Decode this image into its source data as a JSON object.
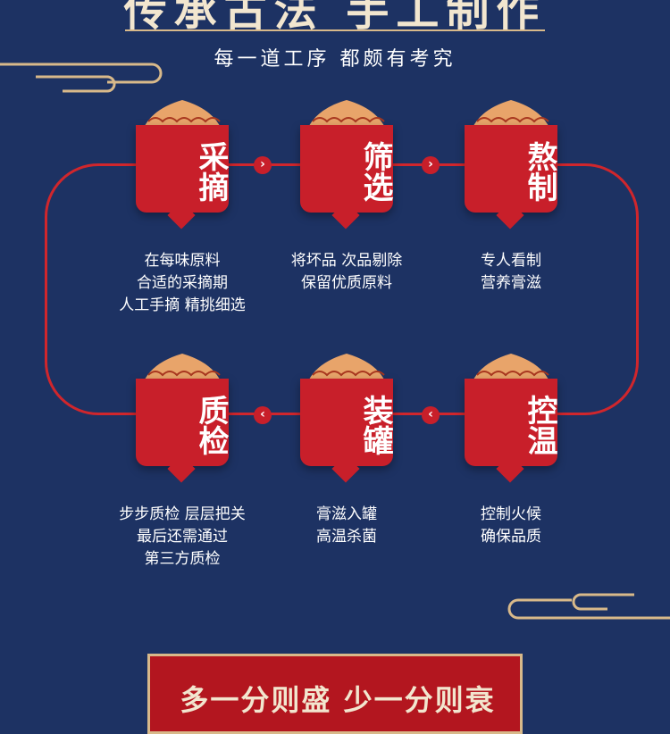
{
  "header": {
    "title": "传承古法 手工制作",
    "subtitle": "每一道工序 都颇有考究"
  },
  "steps": [
    {
      "name": "采摘",
      "desc": [
        "在每味原料",
        "合适的采摘期",
        "人工手摘 精挑细选"
      ]
    },
    {
      "name": "筛选",
      "desc": [
        "将坏品 次品剔除",
        "保留优质原料"
      ]
    },
    {
      "name": "熬制",
      "desc": [
        "专人看制",
        "营养膏滋"
      ]
    },
    {
      "name": "控温",
      "desc": [
        "控制火候",
        "确保品质"
      ]
    },
    {
      "name": "装罐",
      "desc": [
        "膏滋入罐",
        "高温杀菌"
      ]
    },
    {
      "name": "质检",
      "desc": [
        "步步质检 层层把关",
        "最后还需通过",
        "第三方质检"
      ]
    }
  ],
  "footer": {
    "slogan": "多一分则盛 少一分则衰"
  },
  "colors": {
    "background": "#1d3263",
    "accent_red": "#c81f2a",
    "gold": "#d8b98a"
  }
}
